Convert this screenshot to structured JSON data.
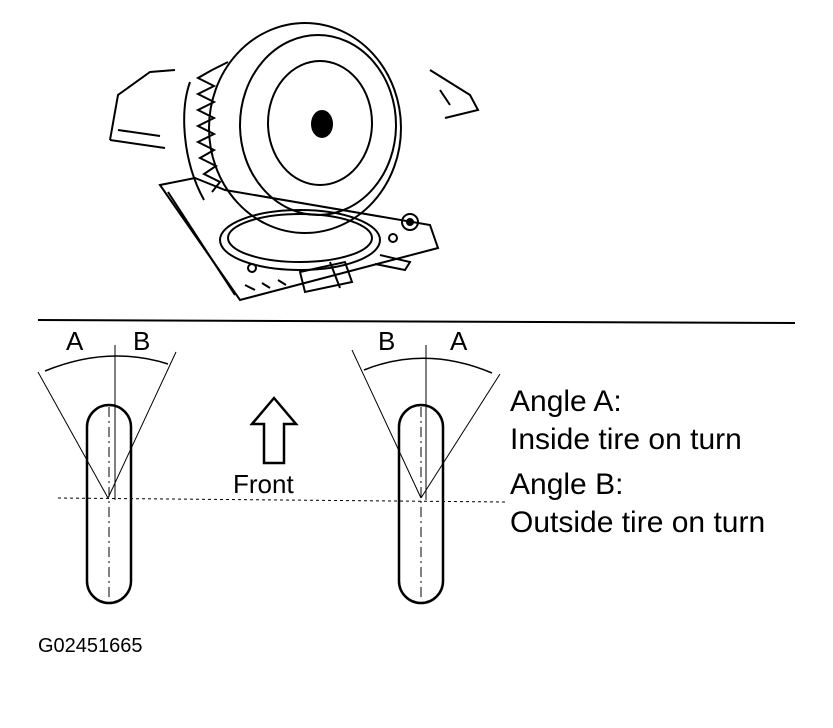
{
  "labels": {
    "left_a": "A",
    "left_b": "B",
    "right_b": "B",
    "right_a": "A",
    "front": "Front",
    "angle_a_title": "Angle A:",
    "angle_a_desc": "Inside tire on turn",
    "angle_b_title": "Angle B:",
    "angle_b_desc": "Outside tire on turn",
    "figure_code": "G02451665"
  },
  "icons": {
    "turntable": "wheel-on-turning-radius-gauge-illustration",
    "front_arrow": "up-arrow-outline-icon"
  },
  "colors": {
    "ink": "#000000",
    "paper": "#ffffff"
  }
}
